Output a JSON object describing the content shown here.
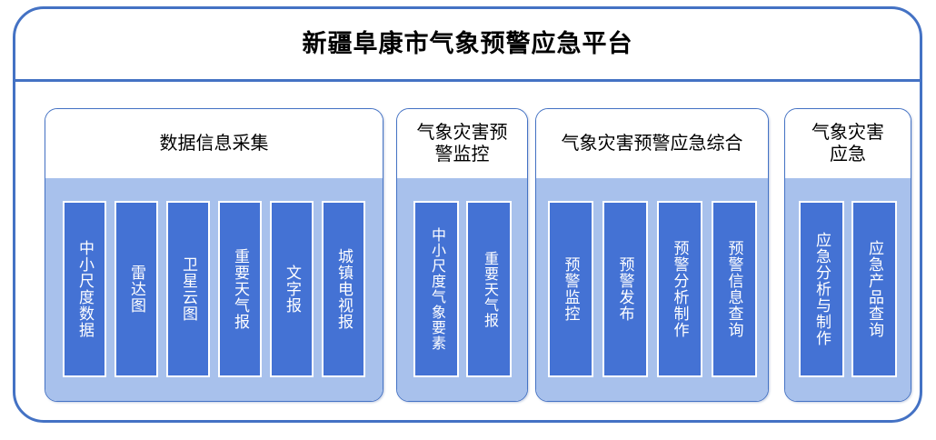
{
  "platform": {
    "title": "新疆阜康市气象预警应急平台",
    "accent_color": "#4472C4",
    "panel_body_color": "#A8C1EC",
    "chip_color": "#4472D4",
    "chip_text_color": "#FFFFFF",
    "background_color": "#FFFFFF"
  },
  "panels": [
    {
      "id": "data-collection",
      "header": "数据信息采集",
      "items": [
        {
          "label": "中小尺度数据"
        },
        {
          "label": "雷达图"
        },
        {
          "label": "卫星云图"
        },
        {
          "label": "重要天气报"
        },
        {
          "label": "文字报"
        },
        {
          "label": "城镇电视报"
        }
      ]
    },
    {
      "id": "disaster-warning-monitoring",
      "header": "气象灾害预\n警监控",
      "items": [
        {
          "label": "中小尺度气象要素"
        },
        {
          "label": "重要天气报"
        }
      ]
    },
    {
      "id": "warning-emergency-integrated",
      "header": "气象灾害预警应急综合",
      "items": [
        {
          "label": "预警监控"
        },
        {
          "label": "预警发布"
        },
        {
          "label": "预警分析制作"
        },
        {
          "label": "预警信息查询"
        }
      ]
    },
    {
      "id": "disaster-emergency",
      "header": "气象灾害\n应急",
      "items": [
        {
          "label": "应急分析与制作"
        },
        {
          "label": "应急产品查询"
        }
      ]
    }
  ]
}
